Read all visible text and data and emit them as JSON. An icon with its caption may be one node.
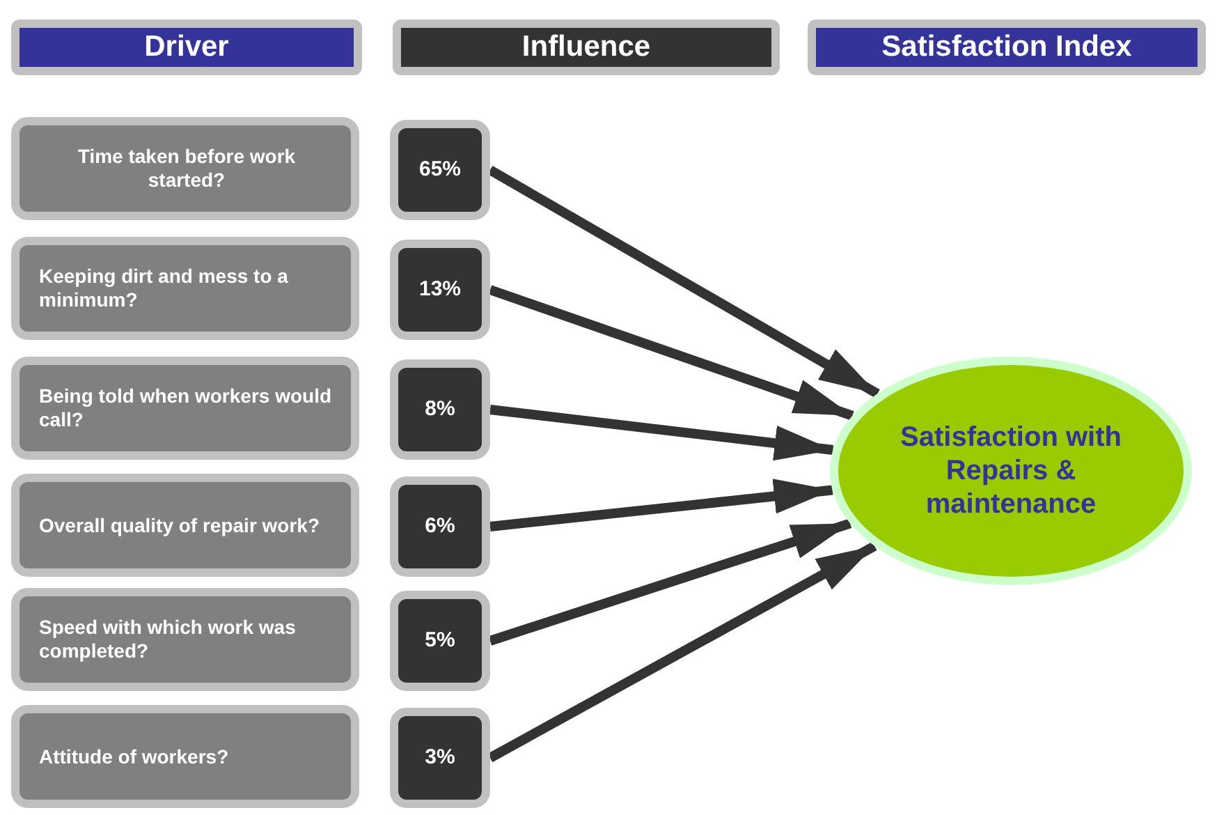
{
  "diagram": {
    "nodes": [
      {
        "text": [
          "Driver"
        ]
      },
      {
        "text": [
          "Influence"
        ]
      },
      {
        "text": [
          "Satisfaction Index"
        ]
      },
      {
        "text": [
          "Time taken before work started?"
        ]
      },
      {
        "text": [
          "65%"
        ]
      },
      {
        "text": [
          "Keeping dirt and mess to a minimum?"
        ]
      },
      {
        "text": [
          "13%"
        ]
      },
      {
        "text": [
          "Being told when workers would call?"
        ]
      },
      {
        "text": [
          "8%"
        ]
      },
      {
        "text": [
          "Overall quality of repair work?"
        ]
      },
      {
        "text": [
          "6%"
        ]
      },
      {
        "text": [
          "Speed with which work was completed?"
        ]
      },
      {
        "text": [
          "5%"
        ]
      },
      {
        "text": [
          "Attitude of workers?"
        ]
      },
      {
        "text": [
          "3%"
        ]
      },
      {
        "text": [
          "Satisfaction with Repairs & maintenance"
        ]
      }
    ],
    "edges": [
      {
        "from": 4,
        "to": 15,
        "arrow": "to"
      },
      {
        "from": 6,
        "to": 15,
        "arrow": "to"
      },
      {
        "from": 8,
        "to": 15,
        "arrow": "to"
      },
      {
        "from": 10,
        "to": 15,
        "arrow": "to"
      },
      {
        "from": 12,
        "to": 15,
        "arrow": "to"
      },
      {
        "from": 14,
        "to": 15,
        "arrow": "to"
      }
    ]
  }
}
